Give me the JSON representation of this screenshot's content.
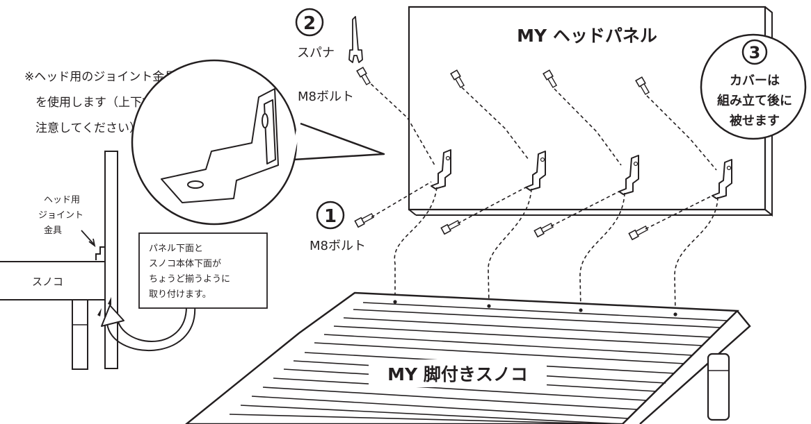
{
  "headboard": {
    "title": "MY ヘッドパネル"
  },
  "slatbed": {
    "title": "MY 脚付きスノコ"
  },
  "step1": {
    "number": "1",
    "bolt_label": "M8ボルト"
  },
  "step2": {
    "number": "2",
    "tool_label": "スパナ",
    "bolt_label": "M8ボルト"
  },
  "step3": {
    "number": "3",
    "line1": "カバーは",
    "line2": "組み立て後に",
    "line3": "被せます"
  },
  "joint_note": {
    "line1": "※ヘッド用のジョイント金具",
    "line2": "を使用します（上下方向に",
    "line3": "注意してください）"
  },
  "side_view": {
    "bracket_line1": "ヘッド用",
    "bracket_line2": "ジョイント",
    "bracket_line3": "金具",
    "slat_label": "スノコ"
  },
  "callout": {
    "line1": "パネル下面と",
    "line2": "スノコ本体下面が",
    "line3": "ちょうど揃うように",
    "line4": "取り付けます。"
  }
}
